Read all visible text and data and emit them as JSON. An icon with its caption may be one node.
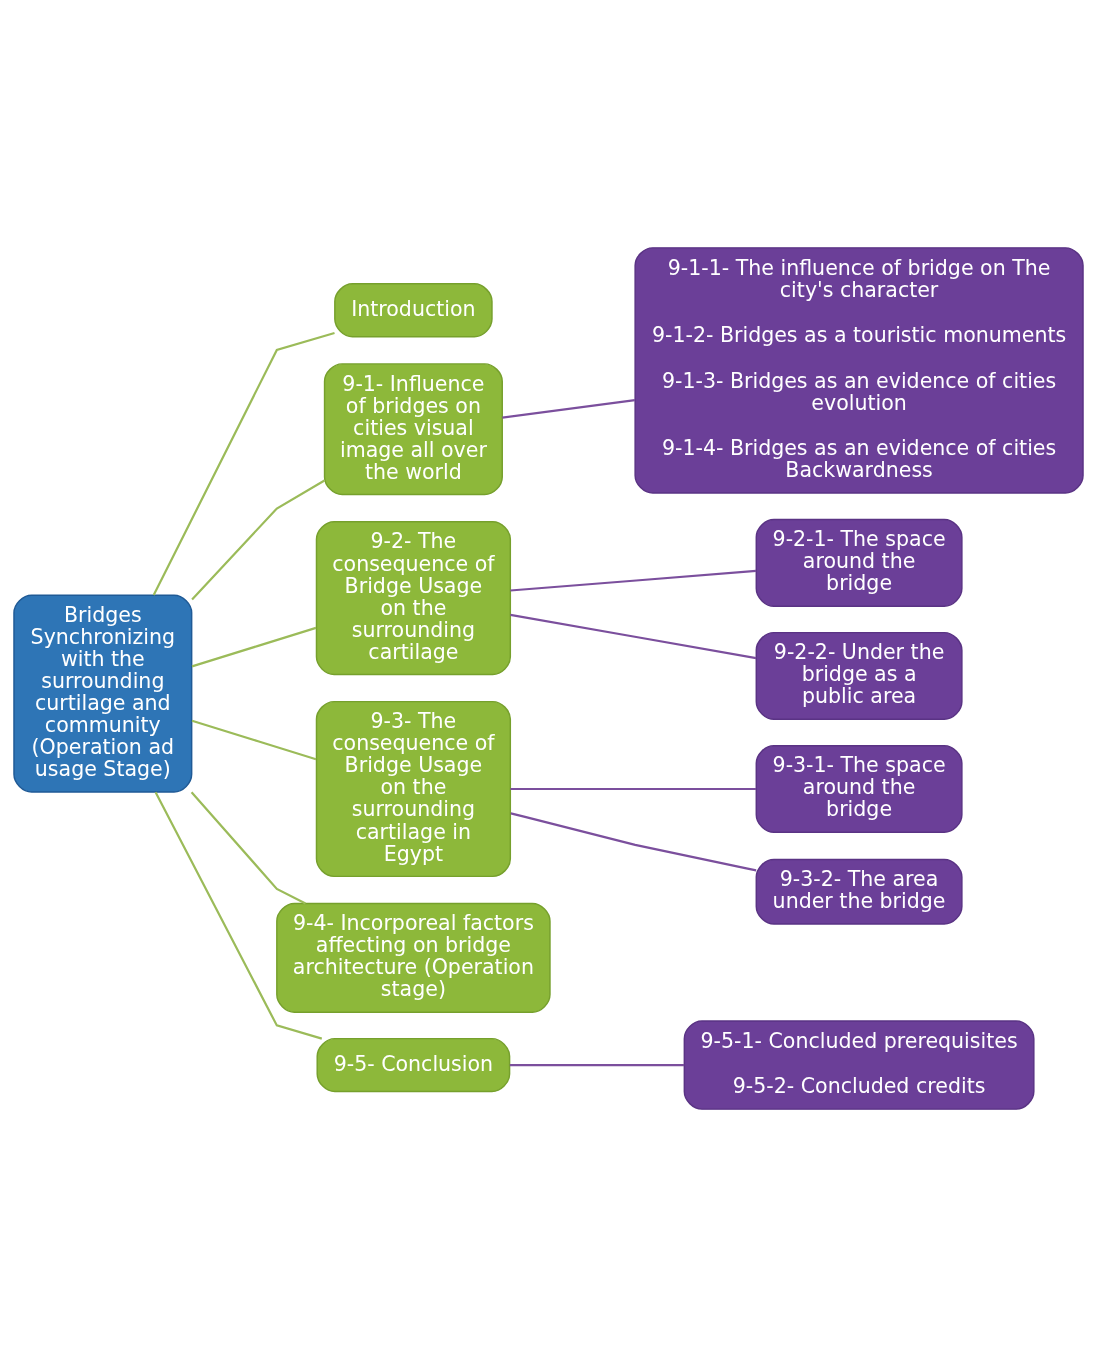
{
  "diagram": {
    "nodes": [
      {
        "text": [
          "Bridges Synchronizing with the surrounding curtilage and community (Operation ad usage Stage)"
        ]
      },
      {
        "text": [
          "Introduction"
        ]
      },
      {
        "text": [
          "9-1- Influence of bridges on cities visual image all over the world"
        ]
      },
      {
        "text": [
          "9-1-1- The influence of bridge on The city's character",
          "9-1-2- Bridges as a touristic monuments",
          "9-1-3- Bridges as an evidence of cities evolution",
          "9-1-4- Bridges as an evidence of cities Backwardness"
        ]
      },
      {
        "text": [
          "9-2- The consequence of Bridge Usage on the surrounding cartilage"
        ]
      },
      {
        "text": [
          "9-2-1- The space around the bridge"
        ]
      },
      {
        "text": [
          "9-2-2- Under the bridge as a public area"
        ]
      },
      {
        "text": [
          "9-3- The consequence of Bridge Usage on the surrounding cartilage in Egypt"
        ]
      },
      {
        "text": [
          "9-3-1- The space around the bridge"
        ]
      },
      {
        "text": [
          "9-3-2- The area under the bridge"
        ]
      },
      {
        "text": [
          "9-4- Incorporeal factors affecting on bridge architecture (Operation stage)"
        ]
      },
      {
        "text": [
          "9-5- Conclusion"
        ]
      },
      {
        "text": [
          "9-5-1- Concluded prerequisites",
          "9-5-2- Concluded credits"
        ]
      }
    ],
    "edges": [
      {
        "from": 0,
        "to": 1,
        "arrow": "none",
        "color": "#9bbb59"
      },
      {
        "from": 0,
        "to": 2,
        "arrow": "none",
        "color": "#9bbb59"
      },
      {
        "from": 0,
        "to": 4,
        "arrow": "none",
        "color": "#9bbb59"
      },
      {
        "from": 0,
        "to": 7,
        "arrow": "none",
        "color": "#9bbb59"
      },
      {
        "from": 0,
        "to": 10,
        "arrow": "none",
        "color": "#9bbb59"
      },
      {
        "from": 0,
        "to": 11,
        "arrow": "none",
        "color": "#9bbb59"
      },
      {
        "from": 2,
        "to": 3,
        "arrow": "none",
        "color": "#7b4f9d"
      },
      {
        "from": 4,
        "to": 5,
        "arrow": "none",
        "color": "#7b4f9d"
      },
      {
        "from": 4,
        "to": 6,
        "arrow": "none",
        "color": "#7b4f9d"
      },
      {
        "from": 7,
        "to": 8,
        "arrow": "none",
        "color": "#7b4f9d"
      },
      {
        "from": 7,
        "to": 9,
        "arrow": "none",
        "color": "#7b4f9d"
      },
      {
        "from": 11,
        "to": 12,
        "arrow": "none",
        "color": "#7b4f9d"
      }
    ]
  }
}
